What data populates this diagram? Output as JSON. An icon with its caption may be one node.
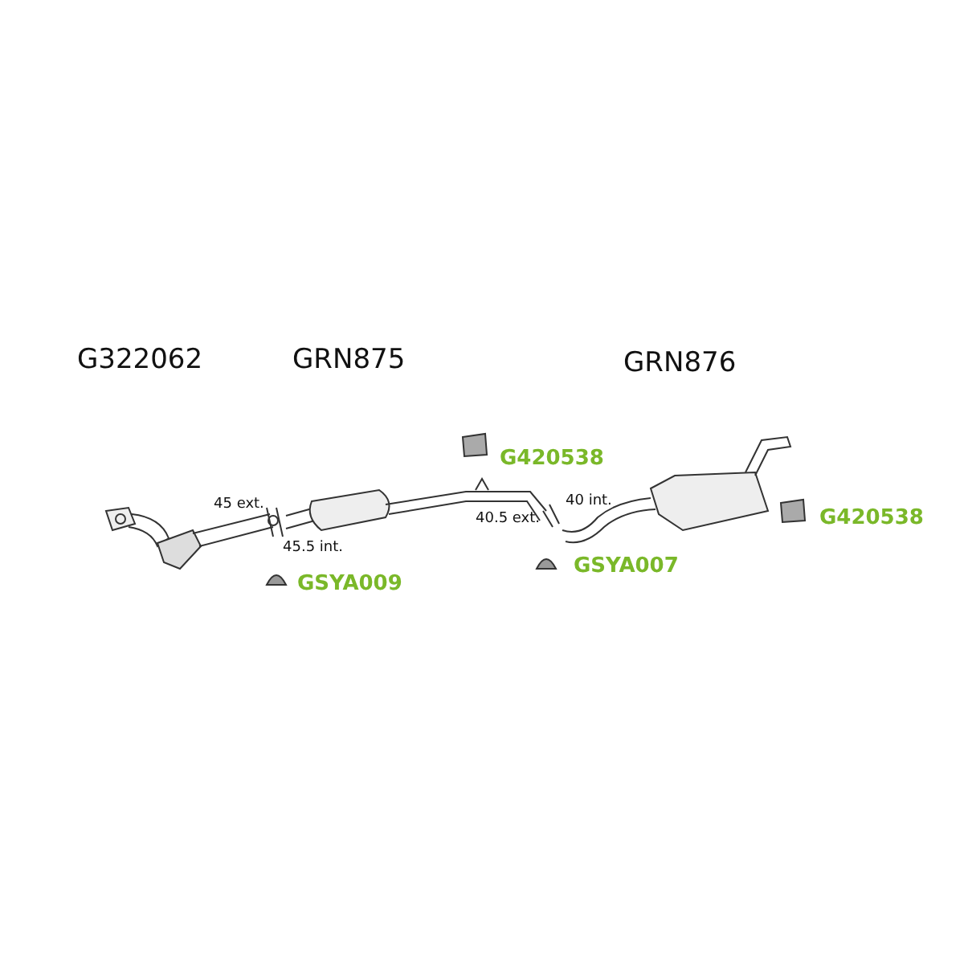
{
  "diagram": {
    "labels": [
      "G322062",
      "GRN875",
      "GRN876",
      "G420538",
      "45 ext.",
      "40 int.",
      "40.5 ext.",
      "G420538",
      "45.5 int.",
      "GSYA007",
      "GSYA009"
    ]
  }
}
